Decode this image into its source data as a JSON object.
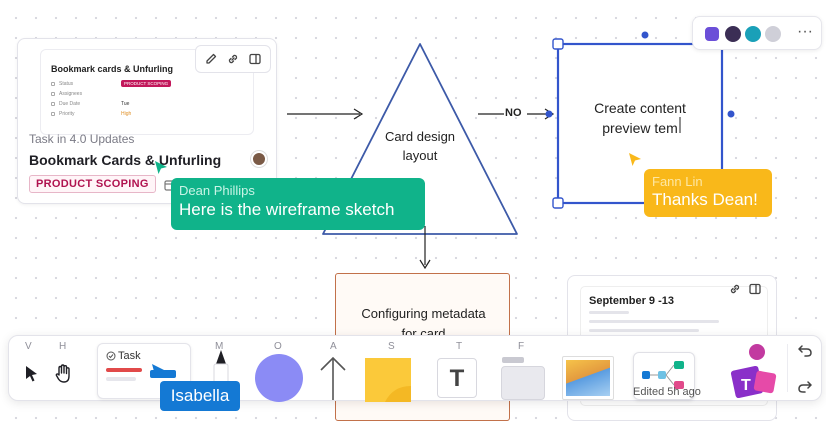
{
  "task_card": {
    "preview_title": "Bookmark cards & Unfurling",
    "preview_tag": "PRODUCT SCOPING",
    "preview_rows": [
      {
        "label": "Status",
        "value": ""
      },
      {
        "label": "Assignees",
        "value": ""
      },
      {
        "label": "Due Date",
        "value": "Tue"
      },
      {
        "label": "Priority",
        "value": "High"
      }
    ],
    "subtitle": "Task in 4.0 Updates",
    "title": "Bookmark Cards & Unfurling",
    "tag": "PRODUCT SCOPING"
  },
  "flow": {
    "triangle_text_1": "Card design",
    "triangle_text_2": "layout",
    "no_label": "NO",
    "selected_box_text_1": "Create content",
    "selected_box_text_2": "preview tem",
    "meta_box_text_1": "Configuring metadata",
    "meta_box_text_2": "for card"
  },
  "calendar_card": {
    "title": "September 9 -13",
    "footer": "Edited 5h ago"
  },
  "collaborators": {
    "more_label": "···"
  },
  "cursors": {
    "dean": {
      "name": "Dean Phillips",
      "message": "Here is the wireframe sketch"
    },
    "fann": {
      "name": "Fann Lin",
      "message": "Thanks Dean!"
    },
    "isabella": {
      "name": "Isabella"
    }
  },
  "toolbar": {
    "keys": {
      "select": "V",
      "hand": "H",
      "marker": "M",
      "circle": "O",
      "arrow": "A",
      "sticky": "S",
      "text": "T",
      "frame": "F"
    },
    "task_label": "Task",
    "text_glyph": "T"
  },
  "colors": {
    "teal": "#10b38a",
    "amber": "#f9b81a",
    "blue_select": "#3355cc",
    "isabella": "#1479d4",
    "tag_pink": "#b0124f",
    "meta_border": "#c2714a"
  }
}
